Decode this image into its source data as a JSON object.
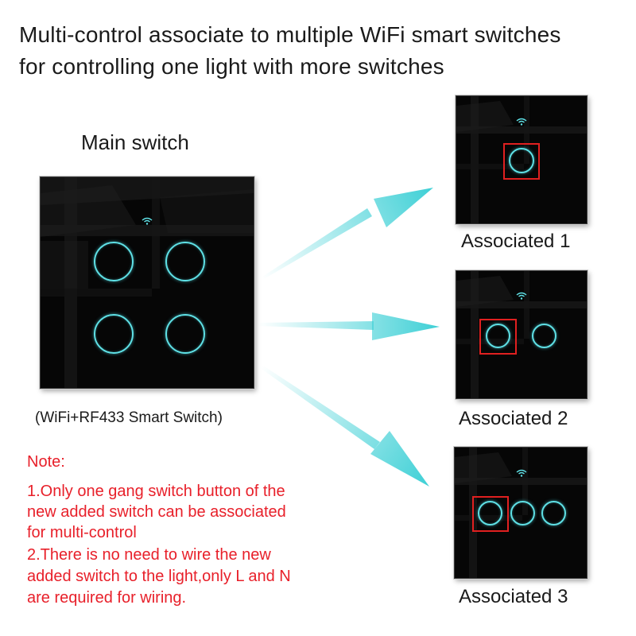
{
  "title": {
    "line1": "Multi-control associate to multiple WiFi smart switches",
    "line2": "for controlling one light with more switches"
  },
  "main": {
    "label": "Main switch",
    "caption": "(WiFi+RF433 Smart Switch)",
    "gang_count": 4
  },
  "associated": [
    {
      "label": "Associated 1",
      "gang_count": 1,
      "highlighted_button": 1
    },
    {
      "label": "Associated 2",
      "gang_count": 2,
      "highlighted_button": 1
    },
    {
      "label": "Associated 3",
      "gang_count": 3,
      "highlighted_button": 1
    }
  ],
  "note": {
    "heading": "Note:",
    "lines": [
      "1.Only one gang switch button of the",
      "new added switch can be associated",
      "for multi-control",
      "2.There is no need to wire the new",
      "added switch to the light,only L and N",
      "are required for wiring."
    ]
  },
  "colors": {
    "panel": "#050505",
    "button_ring": "#5fe1e6",
    "arrow": "#3fd0d6",
    "highlight": "#e02020",
    "note_text": "#e8202a"
  },
  "icons": {
    "wifi": "wifi-icon",
    "arrow": "arrow-right-icon"
  }
}
